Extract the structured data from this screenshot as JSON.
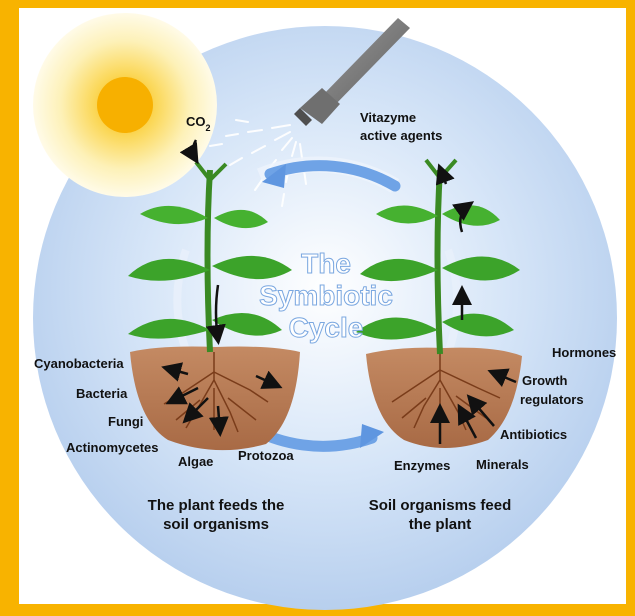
{
  "labels": {
    "co2": "CO",
    "co2_sub": "2",
    "vitazyme_line1": "Vitazyme",
    "vitazyme_line2": "active agents",
    "title_line1": "The",
    "title_line2": "Symbiotic",
    "title_line3": "Cycle",
    "cyanobacteria": "Cyanobacteria",
    "bacteria": "Bacteria",
    "fungi": "Fungi",
    "actinomycetes": "Actinomycetes",
    "algae": "Algae",
    "protozoa": "Protozoa",
    "hormones": "Hormones",
    "growth_line1": "Growth",
    "growth_line2": "regulators",
    "antibiotics": "Antibiotics",
    "enzymes": "Enzymes",
    "minerals": "Minerals",
    "left_caption_line1": "The plant feeds the",
    "left_caption_line2": "soil organisms",
    "right_caption_line1": "Soil organisms feed",
    "right_caption_line2": "the plant"
  },
  "colors": {
    "border": "#f8b300",
    "sun": "#f8c400",
    "circle_bg": "#c9dcf4",
    "arrow": "#6a9de2",
    "leaf": "#3ca32a",
    "soil": "#b87a52"
  }
}
